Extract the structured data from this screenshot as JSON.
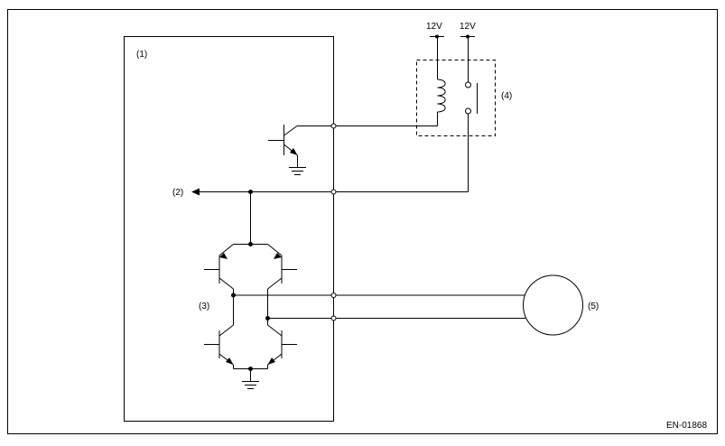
{
  "labels": {
    "ecm": "(1)",
    "output": "(2)",
    "h_bridge": "(3)",
    "relay": "(4)",
    "motor": "(5)"
  },
  "supply": {
    "coil": "12V",
    "contact": "12V"
  },
  "figure_code": "EN-01868"
}
